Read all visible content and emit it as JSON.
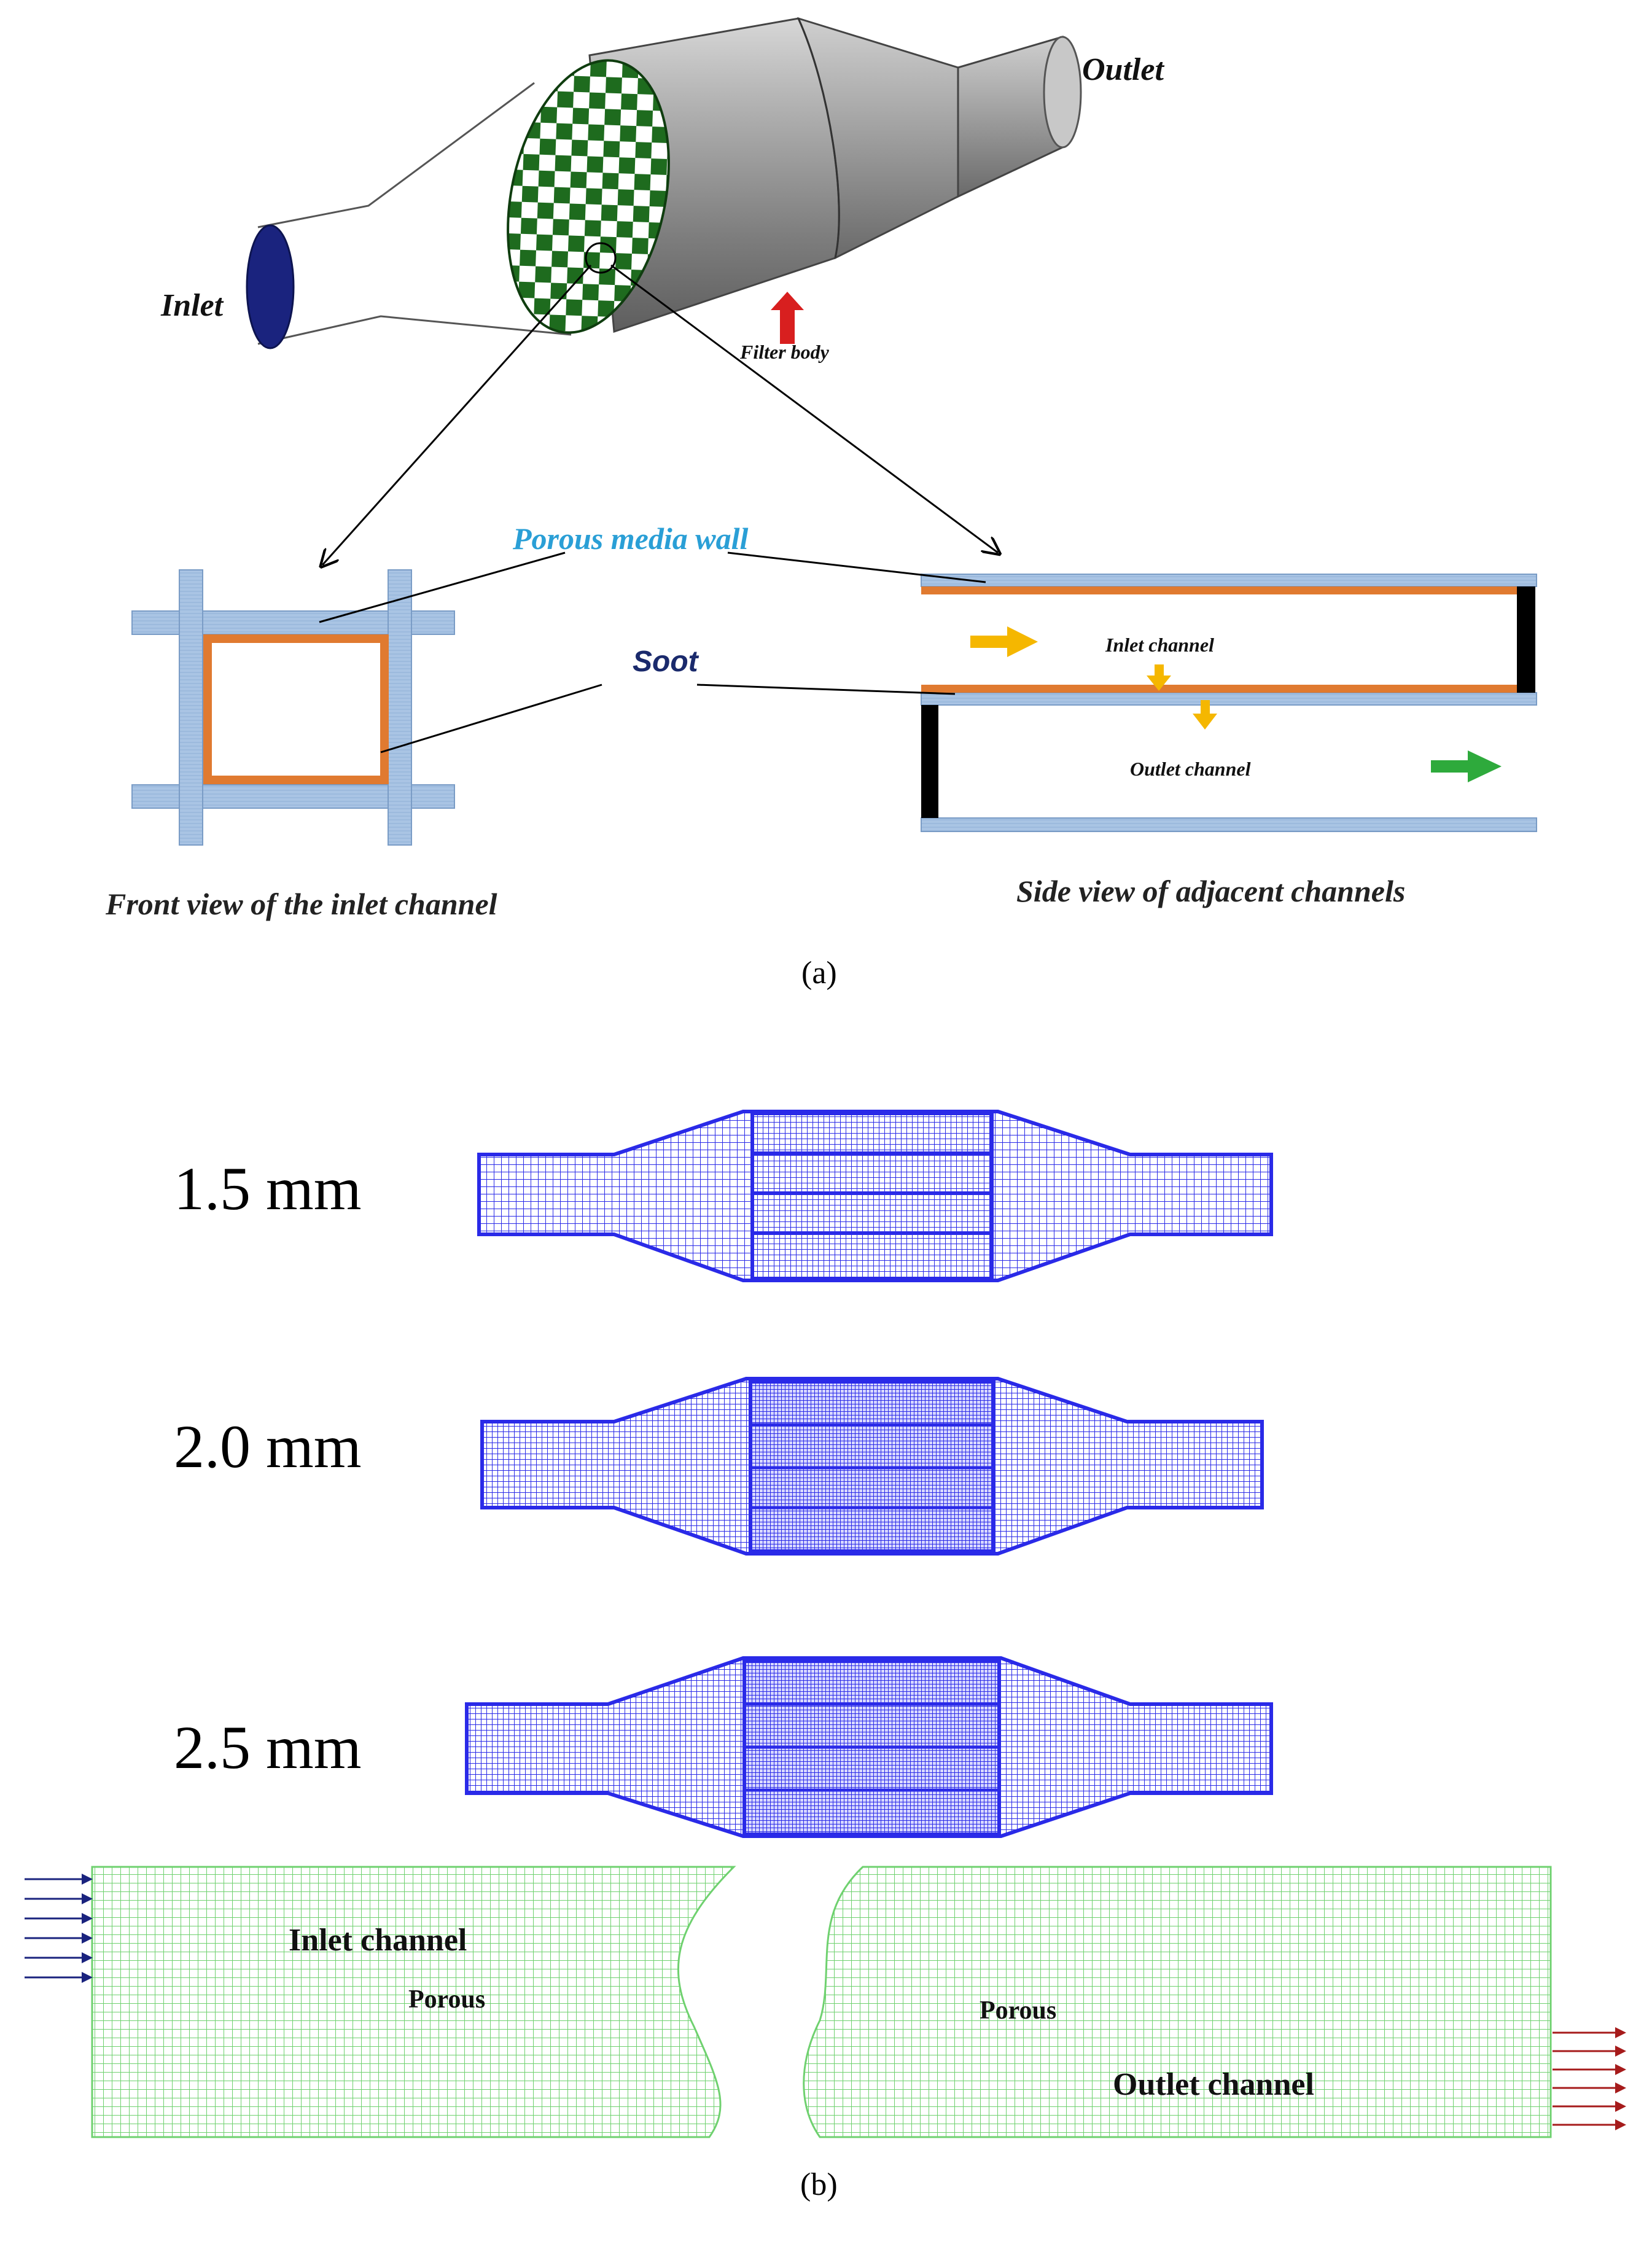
{
  "panel_a": {
    "label": "(a)",
    "inlet": "Inlet",
    "outlet": "Outlet",
    "filter_body": "Filter body",
    "porous_media_wall": "Porous media wall",
    "soot": "Soot",
    "inlet_channel": "Inlet channel",
    "outlet_channel": "Outlet channel",
    "front_view_caption": "Front view of the inlet channel",
    "side_view_caption": "Side view of adjacent channels",
    "colors": {
      "body_gray": "#8a8a8a",
      "checker_green": "#1e6b1e",
      "inlet_navy": "#1a237e",
      "wall_blue": "#a9c4e4",
      "soot_orange": "#e07a30",
      "arrow_yellow": "#f5b700",
      "arrow_green": "#2eaa3c",
      "arrow_red": "#d81f1f",
      "label_cyan": "#2a9fd6",
      "label_navy": "#1a2a6c"
    }
  },
  "panel_b": {
    "label": "(b)",
    "meshes": [
      {
        "size_label": "1.5 mm"
      },
      {
        "size_label": "2.0 mm"
      },
      {
        "size_label": "2.5 mm"
      }
    ],
    "channel_inlet": "Inlet channel",
    "channel_porous_left": "Porous",
    "channel_porous_right": "Porous",
    "channel_outlet": "Outlet channel",
    "colors": {
      "mesh_blue": "#2a2ae8",
      "mesh_green": "#6fd16f",
      "arrow_navy": "#1a237e",
      "arrow_darkred": "#a61b1b"
    }
  }
}
